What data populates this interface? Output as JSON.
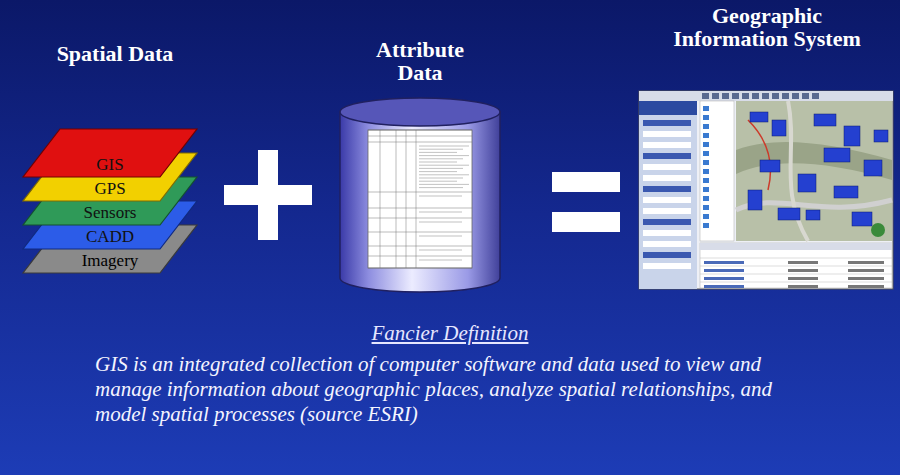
{
  "diagram": {
    "nodes": [
      {
        "text": [
          "GIS"
        ]
      },
      {
        "text": [
          "GPS"
        ]
      },
      {
        "text": [
          "Sensors"
        ]
      },
      {
        "text": [
          "CADD"
        ]
      },
      {
        "text": [
          "Imagery"
        ]
      },
      {
        "text": [
          "Attribute Data"
        ]
      },
      {
        "text": [
          "Geographic Information System"
        ]
      }
    ],
    "labels": [
      "Spatial Data",
      "Fancier Definition",
      "GIS is an integrated collection of computer software and data used to view and manage information about geographic places, analyze spatial relationships, and model spatial processes (source ESRI)"
    ]
  }
}
